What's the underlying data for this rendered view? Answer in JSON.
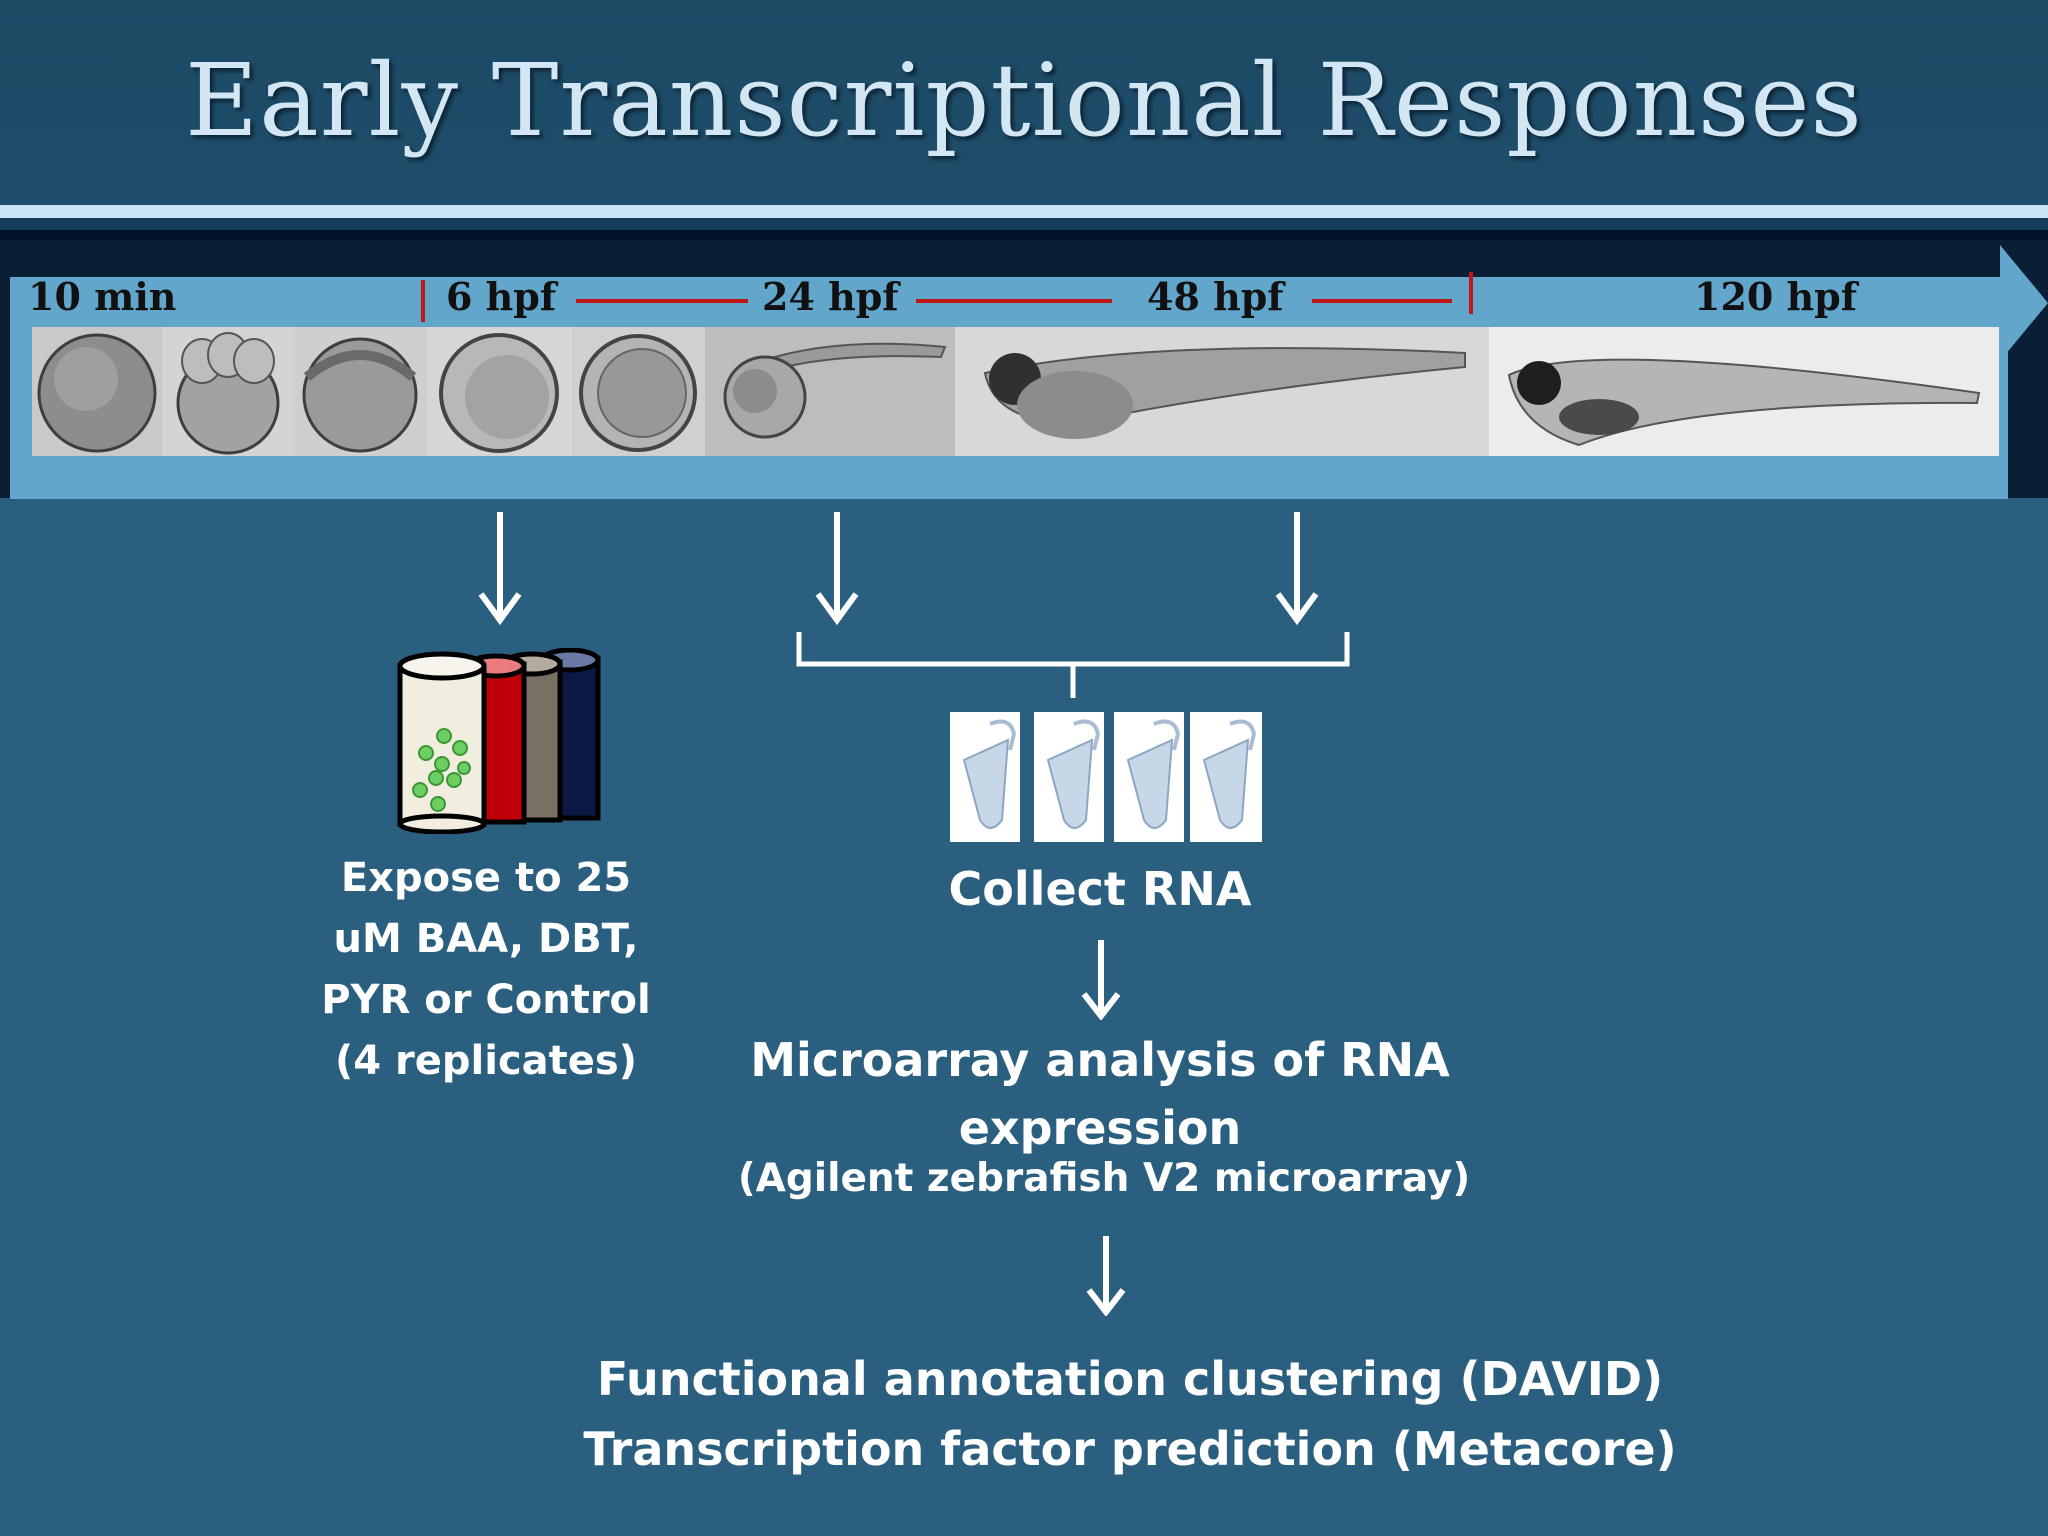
{
  "title": "Early Transcriptional Responses",
  "timeline": {
    "labels": [
      "10 min",
      "6 hpf",
      "24 hpf",
      "48 hpf",
      "120 hpf"
    ]
  },
  "exposure": {
    "lines": [
      "Expose to 25",
      "uM BAA, DBT,",
      "PYR or Control",
      "(4 replicates)"
    ]
  },
  "collect": {
    "label": "Collect RNA"
  },
  "microarray": {
    "line1": "Microarray analysis of RNA",
    "line2": "expression",
    "note": "(Agilent zebrafish V2 microarray)"
  },
  "analysis": {
    "line1": "Functional annotation clustering (DAVID)",
    "line2": "Transcription factor prediction (Metacore)"
  },
  "colors": {
    "background": "#2b5f80",
    "title": "#d2e6f4",
    "timeline_band": "#62a6cc",
    "marker": "#c01818",
    "vial_red": "#c00008",
    "vial_gray": "#7a6f63",
    "vial_navy": "#0b1a45",
    "dots": "#6ccf63"
  }
}
